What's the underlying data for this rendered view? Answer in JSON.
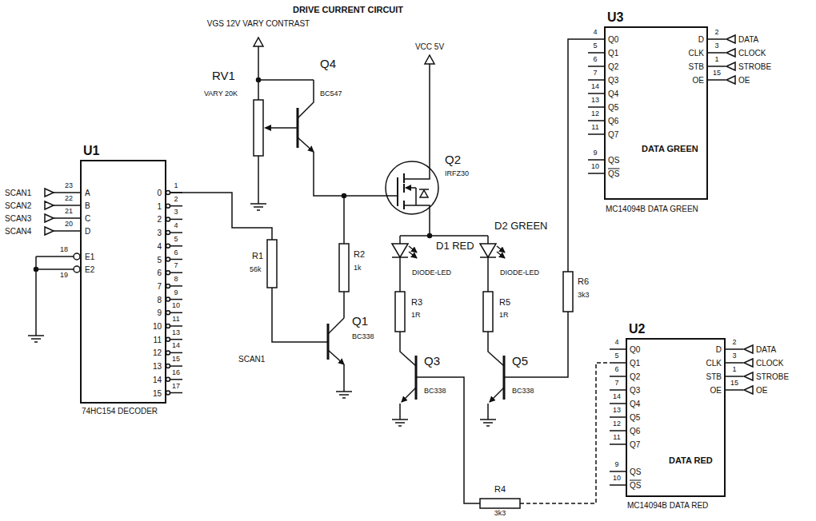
{
  "diagram": {
    "title": "DRIVE CURRENT CIRCUIT",
    "nodes": [
      {
        "text": [
          "U3",
          "DATA GREEN",
          "MC14094B DATA GREEN"
        ]
      },
      {
        "text": [
          "U1",
          "74HC154 DECODER"
        ]
      },
      {
        "text": [
          "U2",
          "DATA RED",
          "MC14094B DATA RED"
        ]
      }
    ],
    "labels": [
      "VGS 12V VARY CONTRAST",
      "VCC 5V",
      "RV1",
      "VARY 20K",
      "Q4",
      "BC547",
      "Q2",
      "IRFZ30",
      "D1 RED",
      "D2 GREEN",
      "DIODE-LED",
      "DIODE-LED",
      "R1",
      "56k",
      "R2",
      "1k",
      "R3",
      "1R",
      "R5",
      "1R",
      "R6",
      "3k3",
      "Q1",
      "BC338",
      "SCAN1",
      "Q3",
      "BC338",
      "Q5",
      "BC338",
      "R4",
      "3k3",
      "A",
      "B",
      "C",
      "D",
      "E1",
      "E2",
      "23",
      "22",
      "21",
      "20",
      "18",
      "19",
      "SCAN1",
      "SCAN2",
      "SCAN3",
      "SCAN4",
      "0",
      "1",
      "2",
      "3",
      "4",
      "5",
      "6",
      "7",
      "8",
      "9",
      "10",
      "11",
      "12",
      "13",
      "14",
      "15",
      "1",
      "2",
      "3",
      "4",
      "5",
      "6",
      "7",
      "8",
      "9",
      "10",
      "11",
      "13",
      "14",
      "15",
      "16",
      "17",
      "Q0",
      "Q1",
      "Q2",
      "Q3",
      "Q4",
      "Q5",
      "Q6",
      "Q7",
      "QS",
      "QS",
      "4",
      "5",
      "6",
      "7",
      "14",
      "13",
      "12",
      "11",
      "9",
      "10",
      "D",
      "CLK",
      "STB",
      "OE",
      "2",
      "3",
      "1",
      "15",
      "DATA",
      "CLOCK",
      "STROBE",
      "OE",
      "Q0",
      "Q1",
      "Q2",
      "Q3",
      "Q4",
      "Q5",
      "Q6",
      "Q7",
      "QS",
      "QS",
      "4",
      "5",
      "6",
      "7",
      "14",
      "13",
      "12",
      "11",
      "9",
      "10",
      "D",
      "CLK",
      "STB",
      "OE",
      "2",
      "3",
      "1",
      "15",
      "DATA",
      "CLOCK",
      "STROBE",
      "OE"
    ]
  }
}
